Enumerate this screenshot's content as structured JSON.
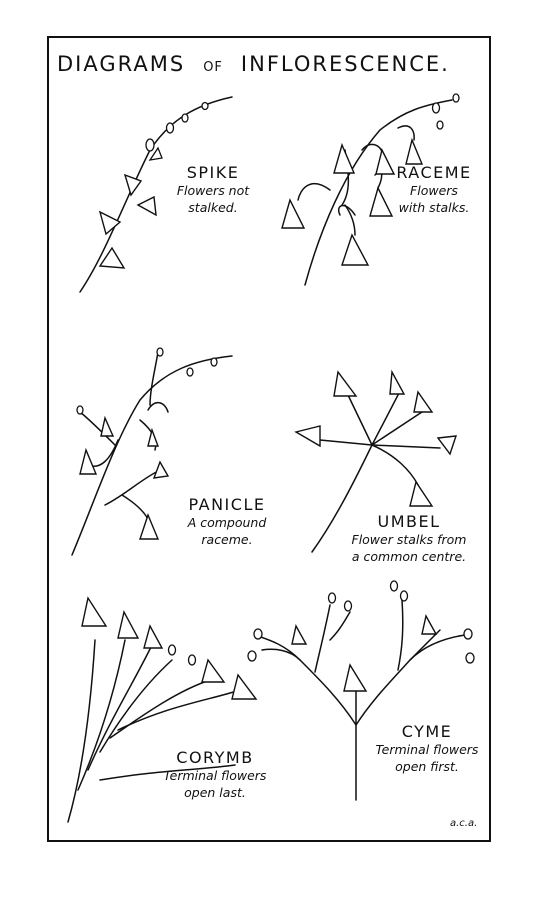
{
  "title": {
    "main": "DIAGRAMS",
    "of": "OF",
    "subject": "INFLORESCENCE."
  },
  "diagrams": [
    {
      "name": "SPIKE",
      "desc1": "Flowers not",
      "desc2": "stalked."
    },
    {
      "name": "RACEME",
      "desc1": "Flowers",
      "desc2": "with stalks."
    },
    {
      "name": "PANICLE",
      "desc1": "A compound",
      "desc2": "raceme."
    },
    {
      "name": "UMBEL",
      "desc1": "Flower stalks from",
      "desc2": "a common centre."
    },
    {
      "name": "CORYMB",
      "desc1": "Terminal flowers",
      "desc2": "open last."
    },
    {
      "name": "CYME",
      "desc1": "Terminal flowers",
      "desc2": "open first."
    }
  ],
  "signature": "a.c.a."
}
